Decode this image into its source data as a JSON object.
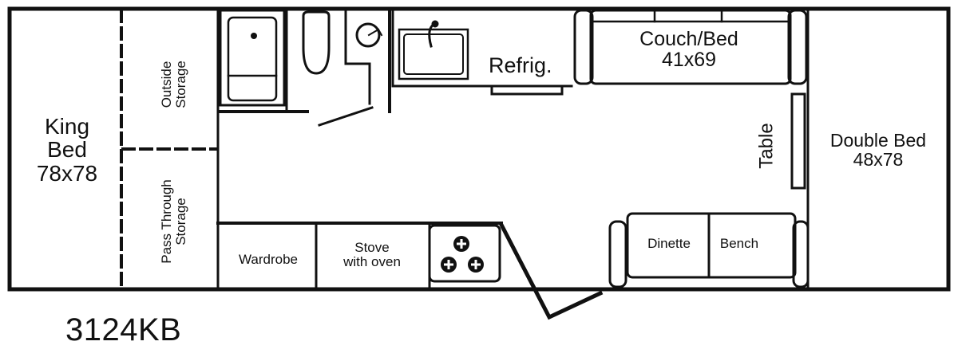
{
  "labels": {
    "king_bed": [
      "King",
      "Bed",
      "78x78"
    ],
    "outside_storage": [
      "Outside",
      "Storage"
    ],
    "pass_through_storage": [
      "Pass Through",
      "Storage"
    ],
    "refrig": "Refrig.",
    "couch_bed": [
      "Couch/Bed",
      "41x69"
    ],
    "table": "Table",
    "double_bed": [
      "Double Bed",
      "48x78"
    ],
    "wardrobe": "Wardrobe",
    "stove": [
      "Stove",
      "with oven"
    ],
    "dinette": "Dinette",
    "bench": "Bench"
  },
  "model_number": "3124KB"
}
